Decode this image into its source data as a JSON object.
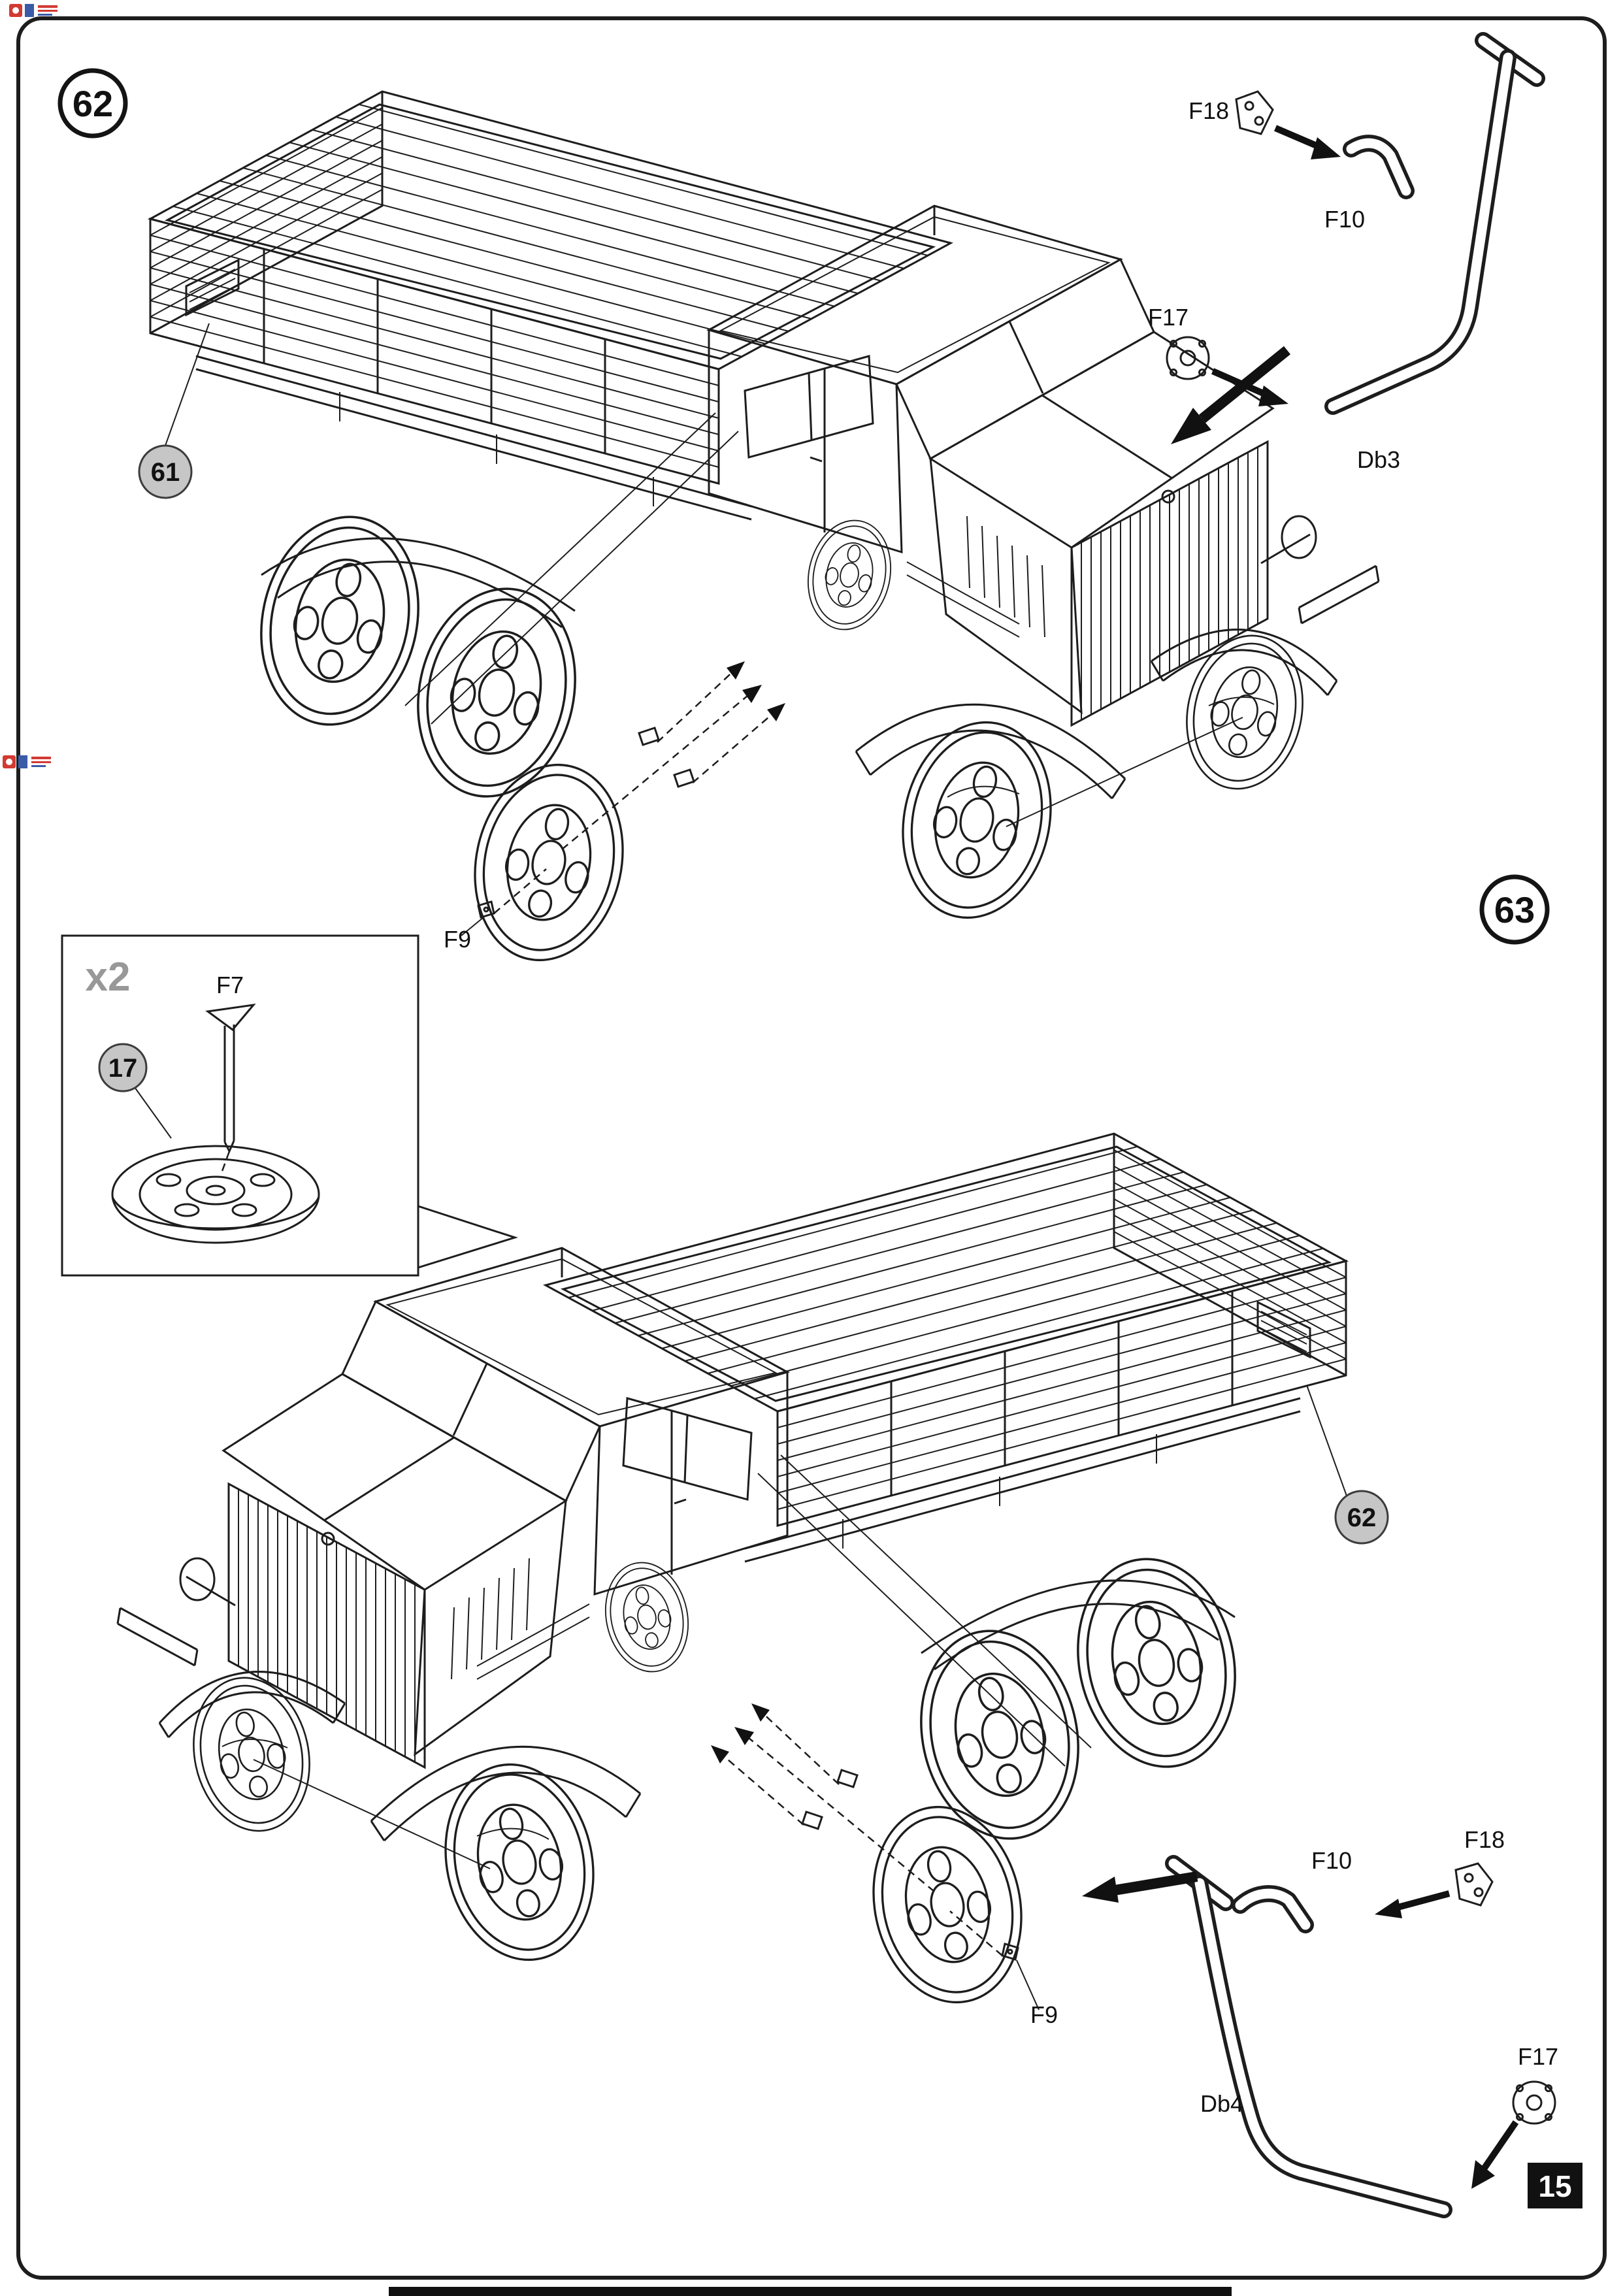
{
  "page": {
    "number": "15"
  },
  "steps": {
    "current": "62",
    "next": "63"
  },
  "callouts": {
    "upper": {
      "f18": "F18",
      "f10": "F10",
      "f17": "F17",
      "db3": "Db3",
      "f9": "F9",
      "badge61": "61"
    },
    "inset": {
      "count": "x2",
      "f7": "F7",
      "badge17": "17"
    },
    "lower": {
      "f10": "F10",
      "f18": "F18",
      "f9": "F9",
      "db4": "Db4",
      "f17": "F17",
      "badge62": "62"
    }
  }
}
